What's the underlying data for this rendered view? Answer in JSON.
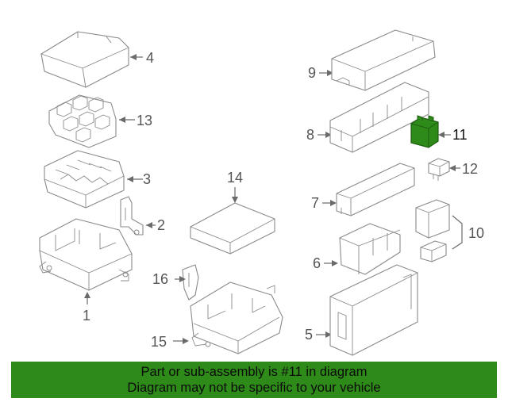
{
  "colors": {
    "highlight": "#2e8b1a",
    "banner": "#2e8b1a",
    "line": "#8a8a8a"
  },
  "callouts": [
    "1",
    "2",
    "3",
    "4",
    "5",
    "6",
    "7",
    "8",
    "9",
    "10",
    "11",
    "12",
    "13",
    "14",
    "15",
    "16"
  ],
  "highlighted_part": "11",
  "banner": {
    "line1": "Part or sub-assembly is #11 in diagram",
    "line2": "Diagram may not be specific to your vehicle"
  }
}
